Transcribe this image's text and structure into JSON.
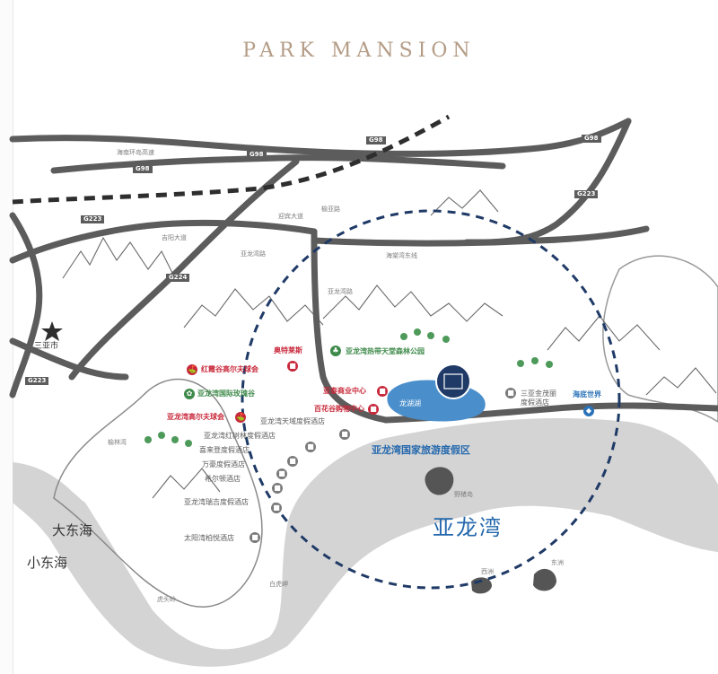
{
  "brand": "PARK MANSION",
  "highways": {
    "g98_a": "G98",
    "g98_b": "G98",
    "g98_c": "G98",
    "g98_d": "G98",
    "g223_a": "G223",
    "g223_b": "G223",
    "g223_c": "G223",
    "g224": "G224"
  },
  "roads": {
    "ring_expressway": "海南环岛高速",
    "road_west_1": "迎宾大道",
    "road_west_2": "吉阳大道",
    "road_yalong": "亚龙湾路",
    "road_east": "海棠湾东线",
    "road_north": "榆亚路",
    "road_east_2": "亚龙湾路"
  },
  "places": {
    "city": "三亚市",
    "sea_1": "大东海",
    "sea_2": "小东海",
    "bay": "亚龙湾",
    "resort_zone": "亚龙湾国家旅游度假区",
    "lake": "龙湖湖",
    "island_1": "野猪岛",
    "island_2": "西洲",
    "island_3": "东洲",
    "cape_1": "白虎岬",
    "cape_2": "虎头岭",
    "cape_3": "榆林湾"
  },
  "pois": {
    "golf_1": "红霞谷高尔夫球会",
    "ole": "奥特莱斯",
    "park": "亚龙湾国际玫瑰谷",
    "tropical": "亚龙湾热带天堂森林公园",
    "golf_2": "亚龙湾高尔夫球会",
    "business": "亚泰商业中心",
    "mall": "百花谷购物中心",
    "hotel_1": "亚龙湾天域度假酒店",
    "hotel_2": "亚龙湾红树林度假酒店",
    "hotel_3": "喜来登度假酒店",
    "hotel_4": "万豪度假酒店",
    "hotel_5": "希尔顿酒店",
    "hotel_6": "亚龙湾瑞吉度假酒店",
    "hotel_7": "太阳湾柏悦酒店",
    "hotel_8": "三亚金茂丽\n度假酒店",
    "ocean_world": "海底世界"
  },
  "colors": {
    "brand": "#b49c86",
    "road": "#5c5c5c",
    "dashed_ring": "#1f3a66",
    "beach": "#d4d4d4",
    "lake": "#4a8fcc",
    "poi_red": "#c8283a",
    "poi_green": "#3e8a4a",
    "poi_blue": "#2a72b8"
  }
}
